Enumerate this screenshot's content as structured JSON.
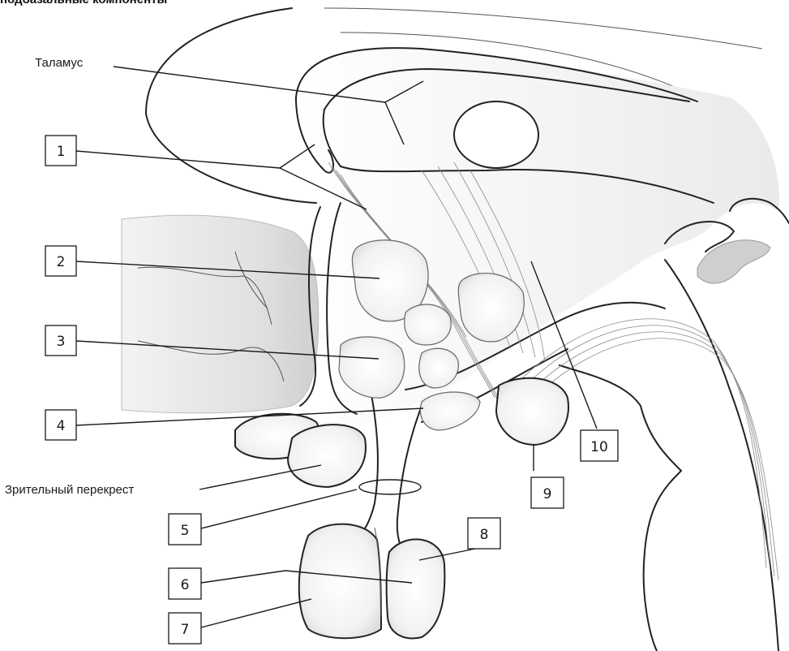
{
  "header": {
    "title": "подбазальные компоненты"
  },
  "labels": {
    "thalamus": "Таламус",
    "chiasm": "Зрительный перекрест"
  },
  "callouts": {
    "n1": "1",
    "n2": "2",
    "n3": "3",
    "n4": "4",
    "n5": "5",
    "n6": "6",
    "n7": "7",
    "n8": "8",
    "n9": "9",
    "n10": "10"
  }
}
